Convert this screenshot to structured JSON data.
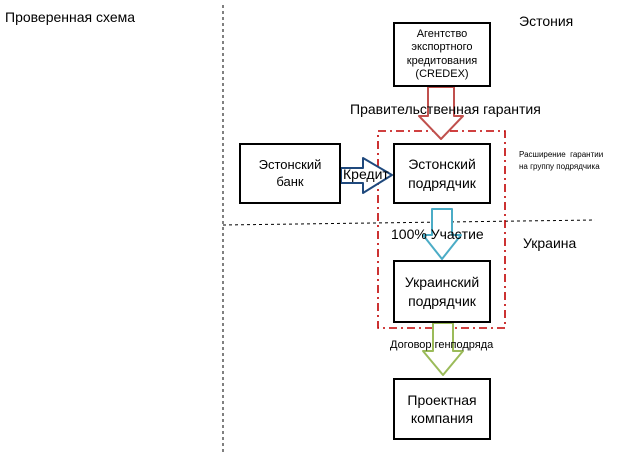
{
  "title": "Проверенная схема",
  "regions": {
    "top": "Эстония",
    "bottom": "Украина"
  },
  "boxes": {
    "agency": "Агентство\nэкспортного\nкредитования\n(CREDEX)",
    "estonian_bank": "Эстонский\nбанк",
    "estonian_contractor": "Эстонский\nподрядчик",
    "ukrainian_contractor": "Украинский\nподрядчик",
    "project_company": "Проектная\nкомпания"
  },
  "labels": {
    "government_guarantee": "Правительственная гарантия",
    "credit": "Кредит",
    "participation": "100% Участие",
    "general_contract": "Договор генподряда",
    "guarantee_extension": "Расширение  гарантии\nна группу подрядчика"
  },
  "colors": {
    "red_arrow": "#c0504d",
    "blue_arrow_credit": "#1f497d",
    "blue_arrow_participation": "#4bacc6",
    "green_arrow": "#9bbb59",
    "dashed_group": "#c00000"
  }
}
